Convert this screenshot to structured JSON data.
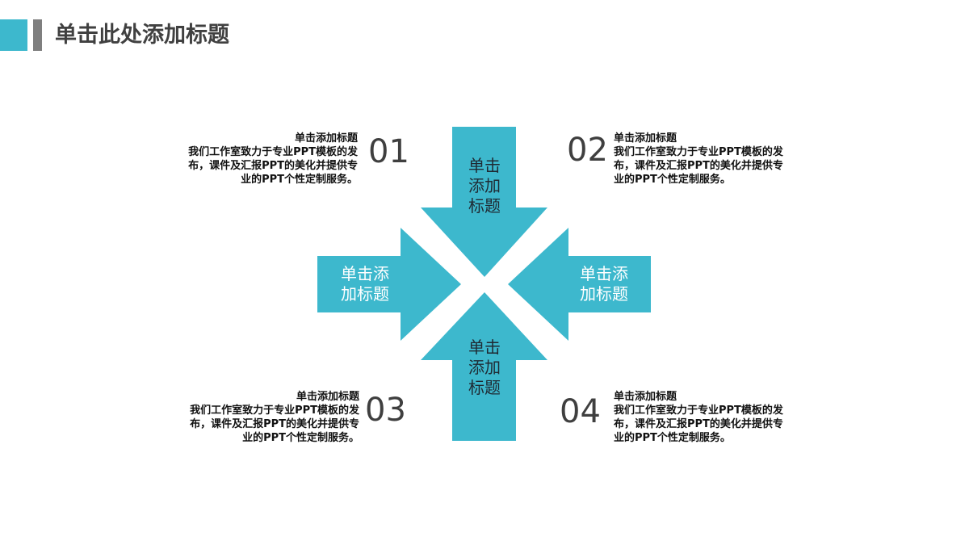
{
  "header": {
    "title": "单击此处添加标题",
    "accent_color": "#3db8cd",
    "bar_color": "#7f7f7f"
  },
  "arrows": {
    "color": "#3db8cd",
    "top": {
      "direction": "down",
      "label_lines": [
        "单击",
        "添加",
        "标题"
      ]
    },
    "bottom": {
      "direction": "up",
      "label_lines": [
        "单击",
        "添加",
        "标题"
      ]
    },
    "left": {
      "direction": "right",
      "label_lines": [
        "单击添",
        "加标题"
      ]
    },
    "right": {
      "direction": "left",
      "label_lines": [
        "单击添",
        "加标题"
      ]
    }
  },
  "items": [
    {
      "number": "01",
      "title": "单击添加标题",
      "lines": [
        "我们工作室致力于专业PPT模板的发",
        "布，课件及汇报PPT的美化并提供专",
        "业的PPT个性定制服务。"
      ]
    },
    {
      "number": "02",
      "title": "单击添加标题",
      "lines": [
        "我们工作室致力于专业PPT模板的发",
        "布，课件及汇报PPT的美化并提供专",
        "业的PPT个性定制服务。"
      ]
    },
    {
      "number": "03",
      "title": "单击添加标题",
      "lines": [
        "我们工作室致力于专业PPT模板的发",
        "布，课件及汇报PPT的美化并提供专",
        "业的PPT个性定制服务。"
      ]
    },
    {
      "number": "04",
      "title": "单击添加标题",
      "lines": [
        "我们工作室致力于专业PPT模板的发",
        "布，课件及汇报PPT的美化并提供专",
        "业的PPT个性定制服务。"
      ]
    }
  ]
}
